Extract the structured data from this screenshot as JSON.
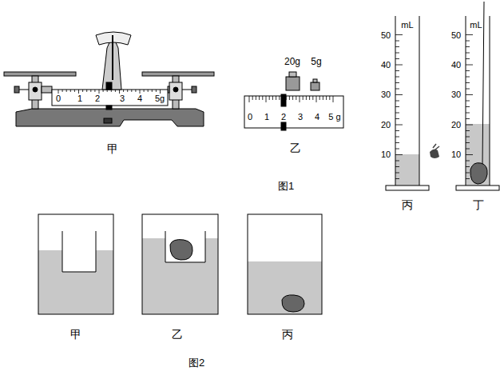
{
  "diagram": {
    "labels": [
      "0",
      "1",
      "2",
      "3",
      "4",
      "5g",
      "甲",
      "20g",
      "5g",
      "0",
      "1",
      "2",
      "3",
      "4",
      "5 g",
      "乙",
      "图1",
      "mL",
      "50",
      "40",
      "30",
      "20",
      "10",
      "丙",
      "mL",
      "50",
      "40",
      "30",
      "20",
      "10",
      "丁",
      "甲",
      "乙",
      "丙",
      "图2"
    ]
  }
}
